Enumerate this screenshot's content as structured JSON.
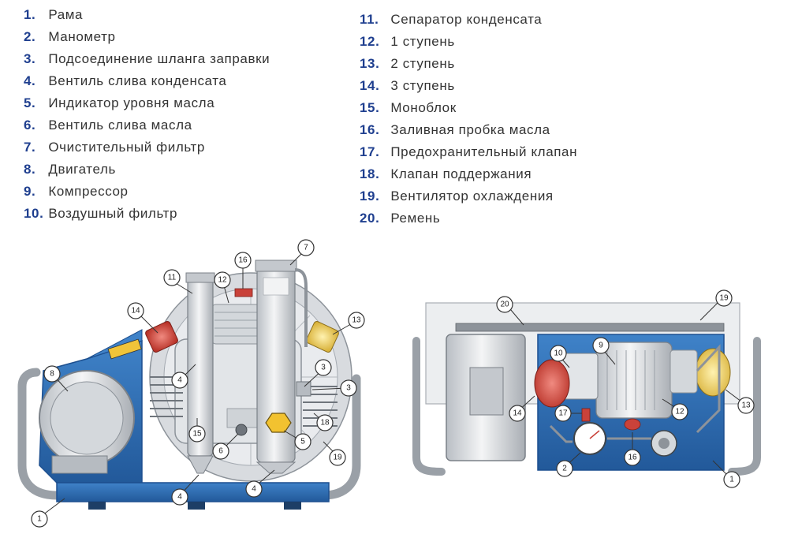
{
  "legend_left": [
    {
      "num": "1.",
      "label": "Рама"
    },
    {
      "num": "2.",
      "label": "Манометр"
    },
    {
      "num": "3.",
      "label": "Подсоединение шланга заправки"
    },
    {
      "num": "4.",
      "label": "Вентиль слива конденсата"
    },
    {
      "num": "5.",
      "label": "Индикатор уровня масла"
    },
    {
      "num": "6.",
      "label": "Вентиль слива масла"
    },
    {
      "num": "7.",
      "label": "Очистительный фильтр"
    },
    {
      "num": "8.",
      "label": "Двигатель"
    },
    {
      "num": "9.",
      "label": "Компрессор"
    },
    {
      "num": "10.",
      "label": "Воздушный фильтр"
    }
  ],
  "legend_right": [
    {
      "num": "11.",
      "label": "Сепаратор конденсата"
    },
    {
      "num": "12.",
      "label": "1 ступень"
    },
    {
      "num": "13.",
      "label": "2 ступень"
    },
    {
      "num": "14.",
      "label": "3 ступень"
    },
    {
      "num": "15.",
      "label": "Моноблок"
    },
    {
      "num": "16.",
      "label": "Заливная пробка масла"
    },
    {
      "num": "17.",
      "label": "Предохранительный клапан"
    },
    {
      "num": "18.",
      "label": "Клапан поддержания"
    },
    {
      "num": "19.",
      "label": "Вентилятор охлаждения"
    },
    {
      "num": "20.",
      "label": "Ремень"
    }
  ],
  "callouts": {
    "front_view": [
      "14",
      "11",
      "12",
      "16",
      "7",
      "13",
      "8",
      "4",
      "3",
      "3",
      "18",
      "15",
      "6",
      "5",
      "19",
      "4",
      "4",
      "1"
    ],
    "top_view": [
      "20",
      "19",
      "10",
      "9",
      "14",
      "17",
      "12",
      "13",
      "2",
      "16",
      "1"
    ]
  },
  "colors": {
    "frame_blue": "#2f6fb5",
    "frame_dark": "#1d4f8f",
    "legend_number": "#1f3f8f",
    "metal_light": "#e6e8eb",
    "metal_mid": "#b9bec4",
    "red_head": "#c9423a",
    "yellow_head": "#e3c24a"
  },
  "icons": [
    "motor-icon",
    "compressor-icon",
    "filter-column-icon",
    "manometer-icon",
    "fan-icon"
  ]
}
